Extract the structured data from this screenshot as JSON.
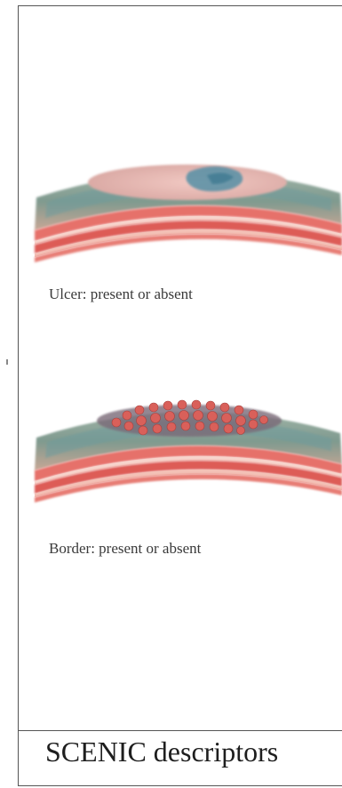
{
  "panel": {
    "sections": [
      {
        "caption": "Ulcer: present or absent",
        "illustration": "skin-cross-section-ulcer"
      },
      {
        "caption": "Border: present or absent",
        "illustration": "skin-cross-section-nodular-border"
      }
    ],
    "footer_title": "SCENIC descriptors"
  },
  "colors": {
    "frame": "#555555",
    "skin_surface": "#8aa294",
    "ulcer_bed": "#e4b0aa",
    "ulcer_center": "#4f8aa0",
    "nodules": "#d45c55",
    "tissue_layers": "#e66e68"
  }
}
